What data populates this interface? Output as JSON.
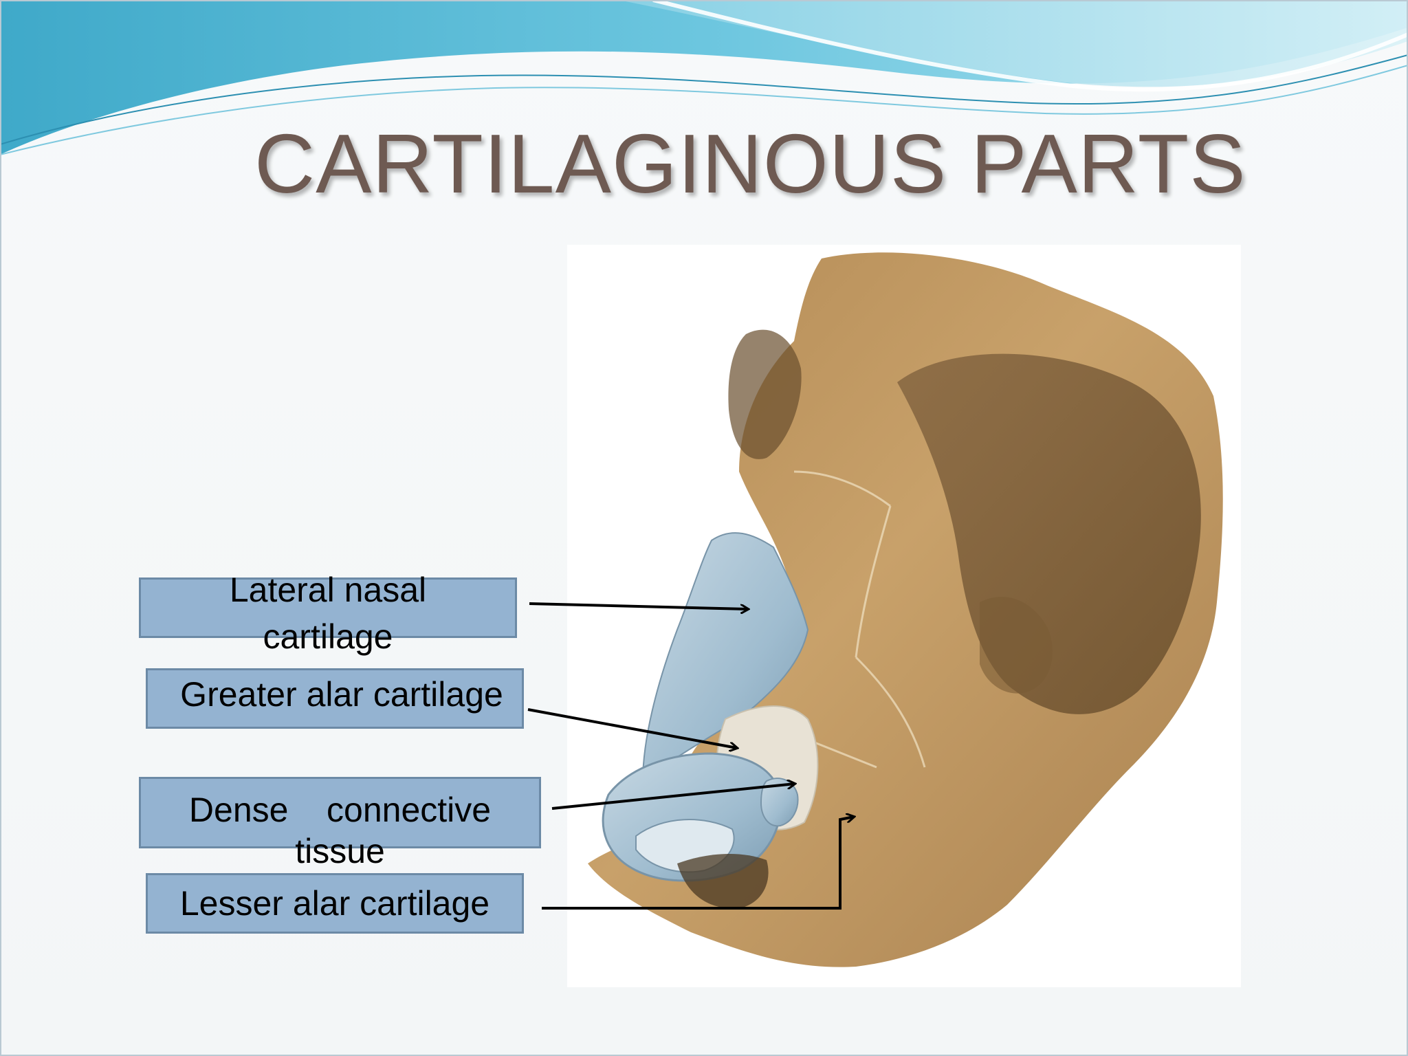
{
  "slide": {
    "title": "CARTILAGINOUS PARTS"
  },
  "labels": [
    {
      "id": "lateral-nasal",
      "line1": "Lateral nasal",
      "line2": "cartilage"
    },
    {
      "id": "greater-alar",
      "line1": "Greater alar cartilage"
    },
    {
      "id": "dense-connective",
      "line1": "Dense    connective",
      "line2": "tissue"
    },
    {
      "id": "lesser-alar",
      "line1": "Lesser alar cartilage"
    }
  ],
  "colors": {
    "title": "#6e5a52",
    "label_box": "#94b3d1",
    "label_border": "#6c8aa6",
    "wave_dark": "#4fb3d1",
    "wave_light": "#a6dceb",
    "bone": "#c29a5e",
    "cartilage": "#a9c3d4"
  }
}
